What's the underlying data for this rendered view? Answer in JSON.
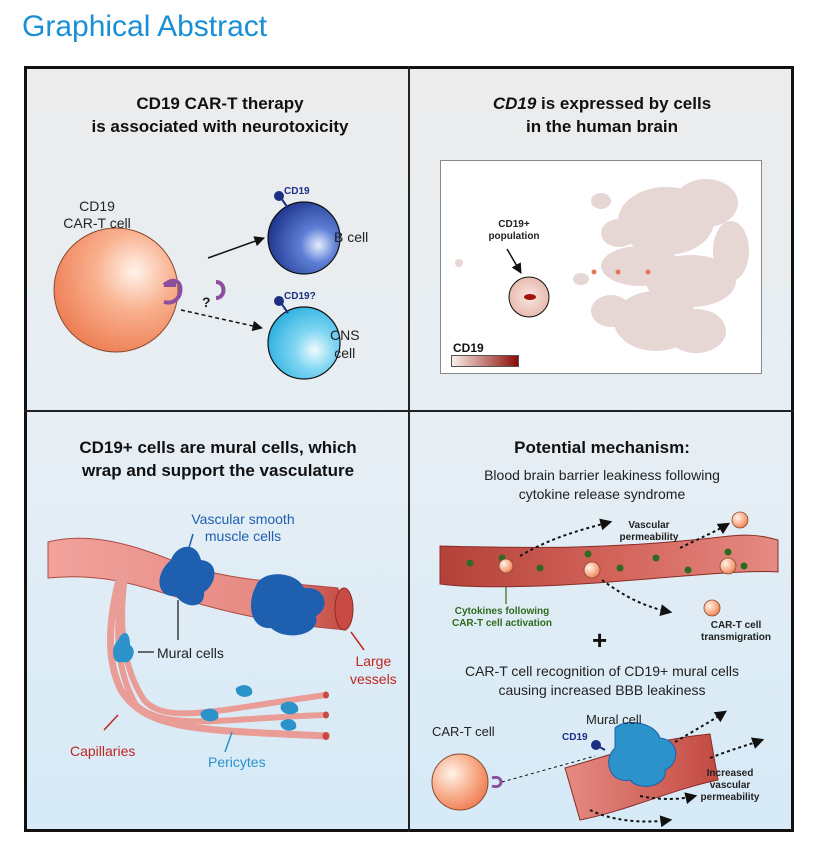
{
  "header": {
    "title": "Graphical Abstract"
  },
  "panel1": {
    "title_line1": "CD19 CAR-T therapy",
    "title_line2": "is associated with neurotoxicity",
    "cart_label_line1": "CD19",
    "cart_label_line2": "CAR-T cell",
    "bcell_marker": "CD19",
    "bcell_label": "B cell",
    "question_mark": "?",
    "cns_marker": "CD19?",
    "cns_label_line1": "CNS",
    "cns_label_line2": "cell"
  },
  "panel2": {
    "title_italic": "CD19",
    "title_rest": " is expressed by cells",
    "title_line2": "in the human brain",
    "population_line1": "CD19+",
    "population_line2": "population",
    "legend_label": "CD19"
  },
  "panel3": {
    "title_line1": "CD19+ cells are mural cells, which",
    "title_line2": "wrap and support the vasculature",
    "vsmc_line1": "Vascular smooth",
    "vsmc_line2": "muscle cells",
    "mural_label": "Mural cells",
    "large_line1": "Large",
    "large_line2": "vessels",
    "capillaries_label": "Capillaries",
    "pericytes_label": "Pericytes"
  },
  "panel4": {
    "title": "Potential mechanism:",
    "sub1_line1": "Blood brain barrier leakiness following",
    "sub1_line2": "cytokine release syndrome",
    "vasc_perm_line1": "Vascular",
    "vasc_perm_line2": "permeability",
    "cytokines_line1": "Cytokines following",
    "cytokines_line2": "CAR-T cell activation",
    "transmig_line1": "CAR-T cell",
    "transmig_line2": "transmigration",
    "plus": "+",
    "sub2_line1": "CAR-T cell recognition of CD19+ mural cells",
    "sub2_line2": "causing increased BBB leakiness",
    "cart_label": "CAR-T cell",
    "mural_label": "Mural cell",
    "cd19_label": "CD19",
    "increased_line1": "Increased",
    "increased_line2": "vascular",
    "increased_line3": "permeability"
  },
  "colors": {
    "title_blue": "#1a8fd6",
    "cart_orange": "#f79a72",
    "bcell_blue": "#2f4fb0",
    "cns_cyan": "#4fc3ea",
    "vessel_red": "#c94a44",
    "mural_blue": "#1e5fb0",
    "pericyte_blue": "#2b93c9",
    "cytokine_green": "#2e6b1e",
    "label_red": "#c0261f"
  }
}
